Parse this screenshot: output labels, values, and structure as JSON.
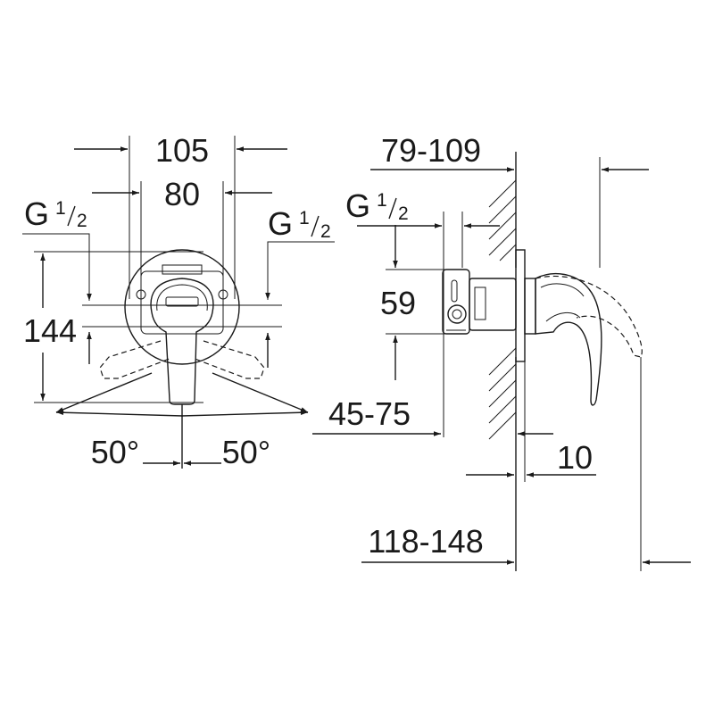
{
  "front_view": {
    "overall_width": "105",
    "plate_width": "80",
    "height": "144",
    "thread_left_prefix": "G",
    "thread_left_num": "1",
    "thread_left_den": "2",
    "thread_right_prefix": "G",
    "thread_right_num": "1",
    "thread_right_den": "2",
    "angle_left": "50°",
    "angle_right": "50°"
  },
  "side_view": {
    "wall_depth": "79-109",
    "thread_prefix": "G",
    "thread_num": "1",
    "thread_den": "2",
    "inlet_spacing": "59",
    "body_depth": "45-75",
    "plate_thickness": "10",
    "total_depth": "118-148"
  }
}
